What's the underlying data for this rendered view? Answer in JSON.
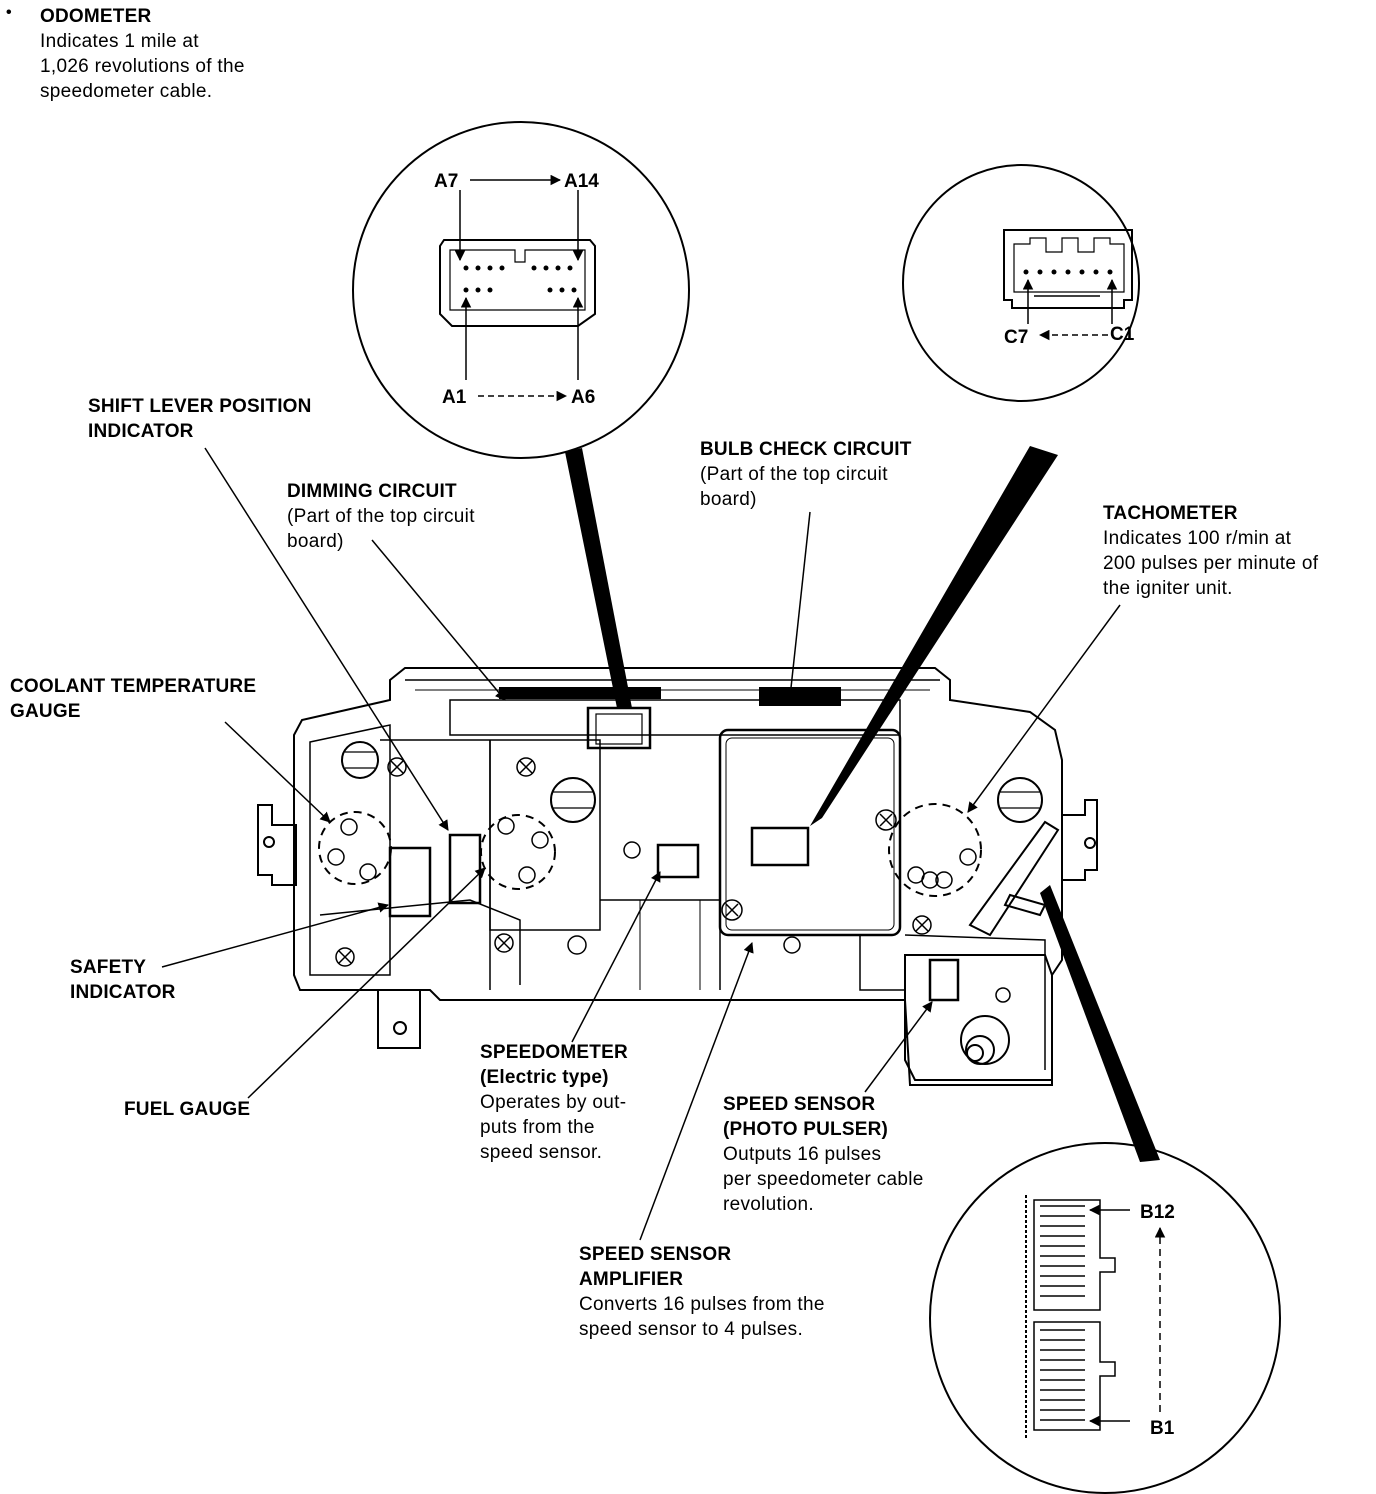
{
  "labels": {
    "odometer": {
      "title": "ODOMETER",
      "lines": [
        "Indicates 1 mile at",
        "1,026 revolutions of the",
        "speedometer cable."
      ]
    },
    "shift_lever": {
      "lines": [
        "SHIFT LEVER POSITION",
        "INDICATOR"
      ]
    },
    "dimming": {
      "title": "DIMMING CIRCUIT",
      "lines": [
        "(Part of the top circuit",
        "board)"
      ]
    },
    "bulb_check": {
      "title": "BULB CHECK CIRCUIT",
      "lines": [
        "(Part of the top circuit",
        "board)"
      ]
    },
    "tachometer": {
      "title": "TACHOMETER",
      "lines": [
        "Indicates 100 r/min at",
        "200 pulses per minute of",
        "the igniter unit."
      ]
    },
    "coolant": {
      "lines": [
        "COOLANT TEMPERATURE",
        "GAUGE"
      ]
    },
    "safety": {
      "lines": [
        "SAFETY",
        "INDICATOR"
      ]
    },
    "fuel": {
      "lines": [
        "FUEL GAUGE"
      ]
    },
    "speedometer": {
      "titles": [
        "SPEEDOMETER",
        "(Electric type)"
      ],
      "lines": [
        "Operates by out-",
        "puts from the",
        "speed sensor."
      ]
    },
    "speed_sensor": {
      "titles": [
        "SPEED SENSOR",
        "(PHOTO PULSER)"
      ],
      "lines": [
        "Outputs 16 pulses",
        "per speedometer cable",
        "revolution."
      ]
    },
    "amplifier": {
      "titles": [
        "SPEED SENSOR",
        "AMPLIFIER"
      ],
      "lines": [
        "Converts 16 pulses from the",
        "speed sensor to 4 pulses."
      ]
    }
  },
  "connectors": {
    "a": {
      "top_left": "A7",
      "top_right": "A14",
      "bottom_left": "A1",
      "bottom_right": "A6"
    },
    "c": {
      "left": "C7",
      "right": "C1"
    },
    "b": {
      "top": "B12",
      "bottom": "B1"
    }
  },
  "bullet": "•"
}
